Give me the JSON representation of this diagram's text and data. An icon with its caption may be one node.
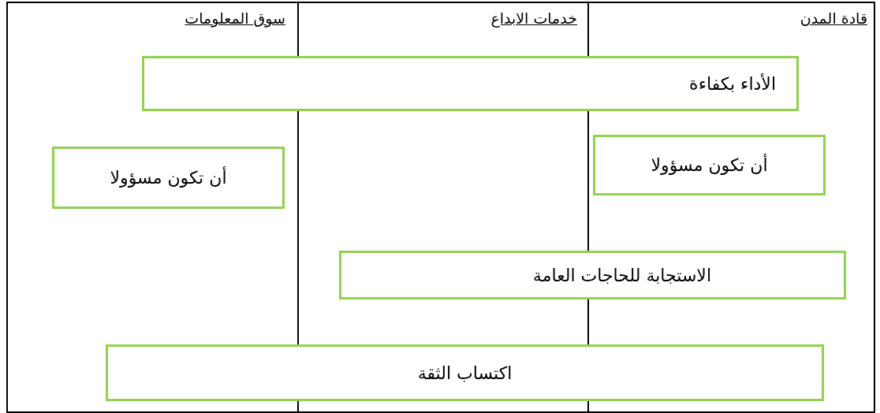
{
  "diagram": {
    "nodes": [
      {
        "text": [
          "الأداء بكفاءة"
        ]
      },
      {
        "text": [
          "أن تكون مسؤولا"
        ]
      },
      {
        "text": [
          "أن تكون مسؤولا"
        ]
      },
      {
        "text": [
          "الاستجابة للحاجات العامة"
        ]
      },
      {
        "text": [
          "اكتساب الثقة"
        ]
      }
    ],
    "edges": [],
    "labels": [
      "قادة المدن",
      "خدمات الابداع",
      "سوق المعلومات"
    ]
  }
}
